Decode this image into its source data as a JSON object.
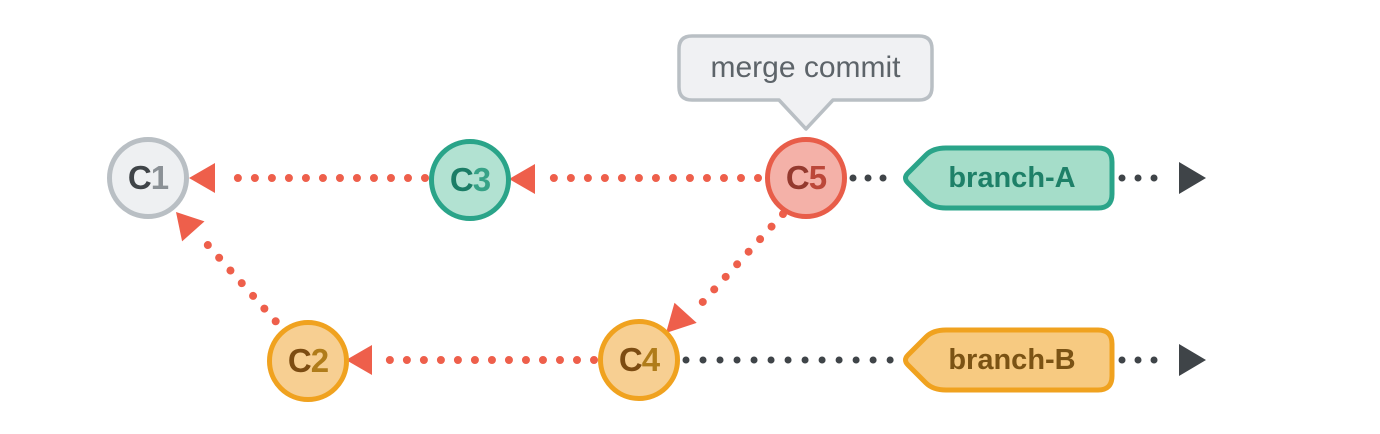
{
  "tooltip": {
    "text": "merge commit"
  },
  "commits": [
    {
      "id": "C1",
      "prefix": "C",
      "number": "1",
      "fill": "#eef0f2",
      "border": "#b9bfc4"
    },
    {
      "id": "C2",
      "prefix": "C",
      "number": "2",
      "fill": "#f7cf92",
      "border": "#f0a21f"
    },
    {
      "id": "C3",
      "prefix": "C",
      "number": "3",
      "fill": "#b2e2d2",
      "border": "#2aa489"
    },
    {
      "id": "C4",
      "prefix": "C",
      "number": "4",
      "fill": "#f7cf92",
      "border": "#f0a21f"
    },
    {
      "id": "C5",
      "prefix": "C",
      "number": "5",
      "fill": "#f4b1a8",
      "border": "#e85d49"
    }
  ],
  "branches": [
    {
      "label": "branch-A",
      "fill": "#a5ddc9",
      "border": "#2aa489",
      "text_color": "#1e8068"
    },
    {
      "label": "branch-B",
      "fill": "#f7ca81",
      "border": "#f0a21f",
      "text_color": "#7b5314"
    }
  ],
  "edges": {
    "parent_link_color": "#ee5f4b",
    "timeline_color": "#3f4448",
    "tooltip_border": "#b9bfc4",
    "tooltip_fill": "#f0f1f3"
  }
}
